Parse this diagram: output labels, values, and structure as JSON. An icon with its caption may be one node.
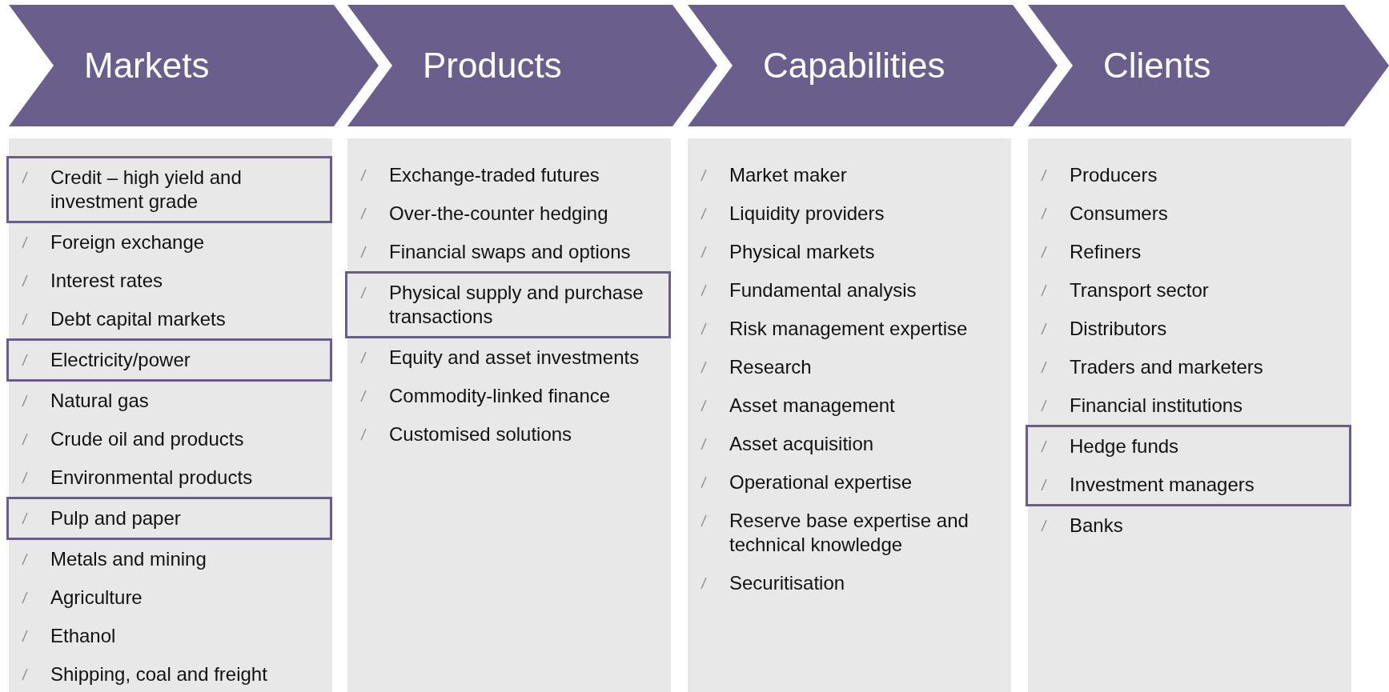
{
  "diagram": {
    "nodes": [
      {
        "text": [
          "Markets"
        ]
      },
      {
        "text": [
          "Products"
        ]
      },
      {
        "text": [
          "Capabilities"
        ]
      },
      {
        "text": [
          "Clients"
        ]
      },
      {
        "text": [
          "Foreign exchange",
          "Interest rates",
          "Debt capital markets",
          "Natural gas",
          "Crude oil and products",
          "Environmental products",
          "Metals and mining",
          "Agriculture",
          "Ethanol",
          "Shipping, coal and freight"
        ]
      },
      {
        "text": [
          "Credit – high yield and investment grade"
        ],
        "in": 4
      },
      {
        "text": [
          "Electricity/power"
        ],
        "in": 4
      },
      {
        "text": [
          "Pulp and paper"
        ],
        "in": 4
      },
      {
        "text": [
          "Exchange-traded futures",
          "Over-the-counter hedging",
          "Financial swaps and options",
          "Equity and asset investments",
          "Commodity-linked finance",
          "Customised solutions"
        ]
      },
      {
        "text": [
          "Physical supply and purchase transactions"
        ],
        "in": 8
      },
      {
        "text": [
          "Market maker",
          "Liquidity providers",
          "Physical markets",
          "Fundamental analysis",
          "Risk management expertise",
          "Research",
          "Asset management",
          "Asset acquisition",
          "Operational expertise",
          "Reserve base expertise and technical knowledge",
          "Securitisation"
        ]
      },
      {
        "text": [
          "Producers",
          "Consumers",
          "Refiners",
          "Transport sector",
          "Distributors",
          "Traders and marketers",
          "Financial institutions",
          "Banks"
        ]
      },
      {
        "text": [
          "Hedge funds",
          "Investment managers"
        ],
        "in": 11
      }
    ]
  }
}
